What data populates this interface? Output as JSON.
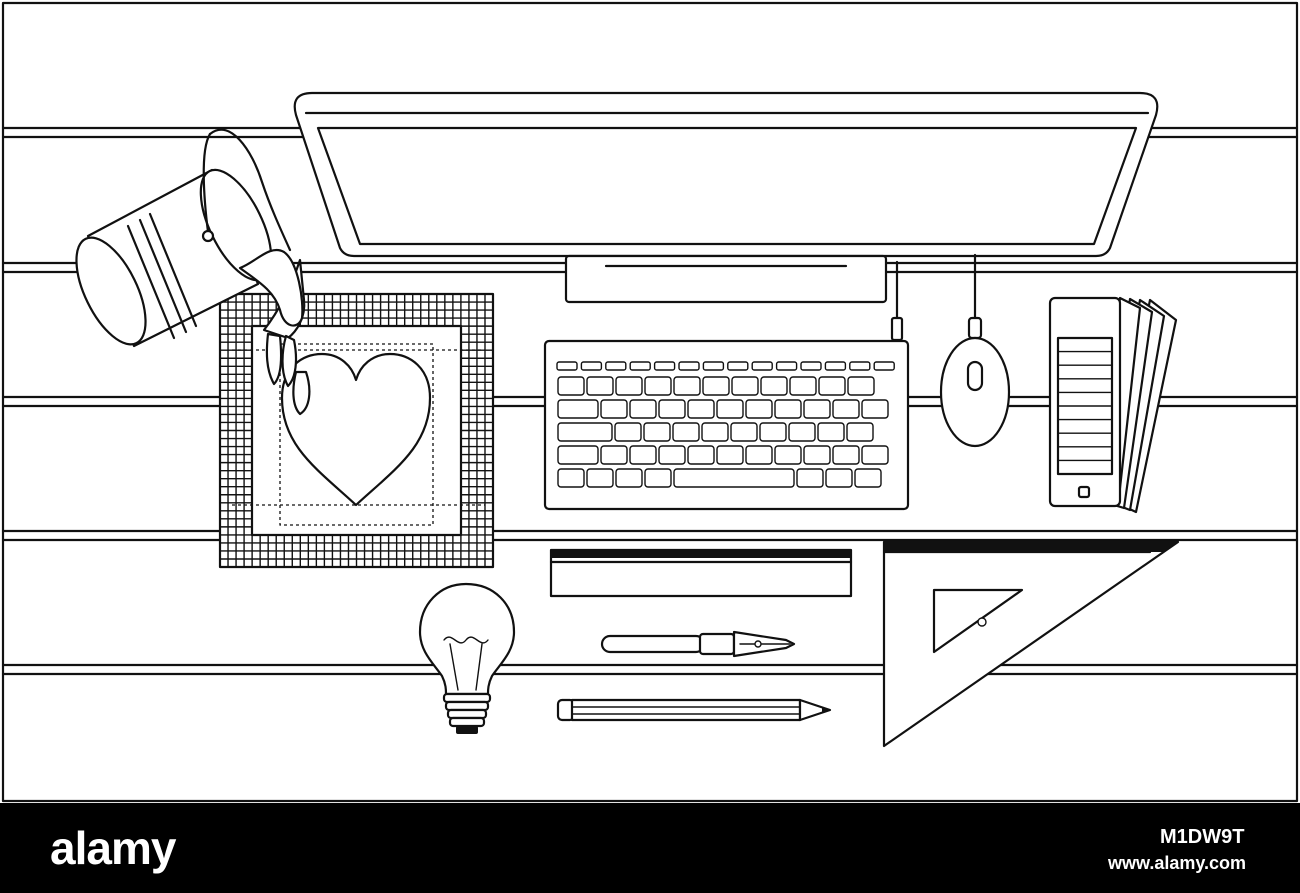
{
  "watermark": {
    "brand": "alamy",
    "image_id": "M1DW9T",
    "site": "www.alamy.com"
  },
  "colors": {
    "line": "#111111",
    "background": "#ffffff",
    "footer": "#000000"
  },
  "objects": [
    "desk",
    "computer-monitor",
    "keyboard",
    "mouse",
    "color-swatch-fan",
    "paint-bucket",
    "grid-canvas",
    "heart-drawing",
    "light-bulb",
    "ruler",
    "fountain-pen",
    "pencil",
    "set-square"
  ]
}
